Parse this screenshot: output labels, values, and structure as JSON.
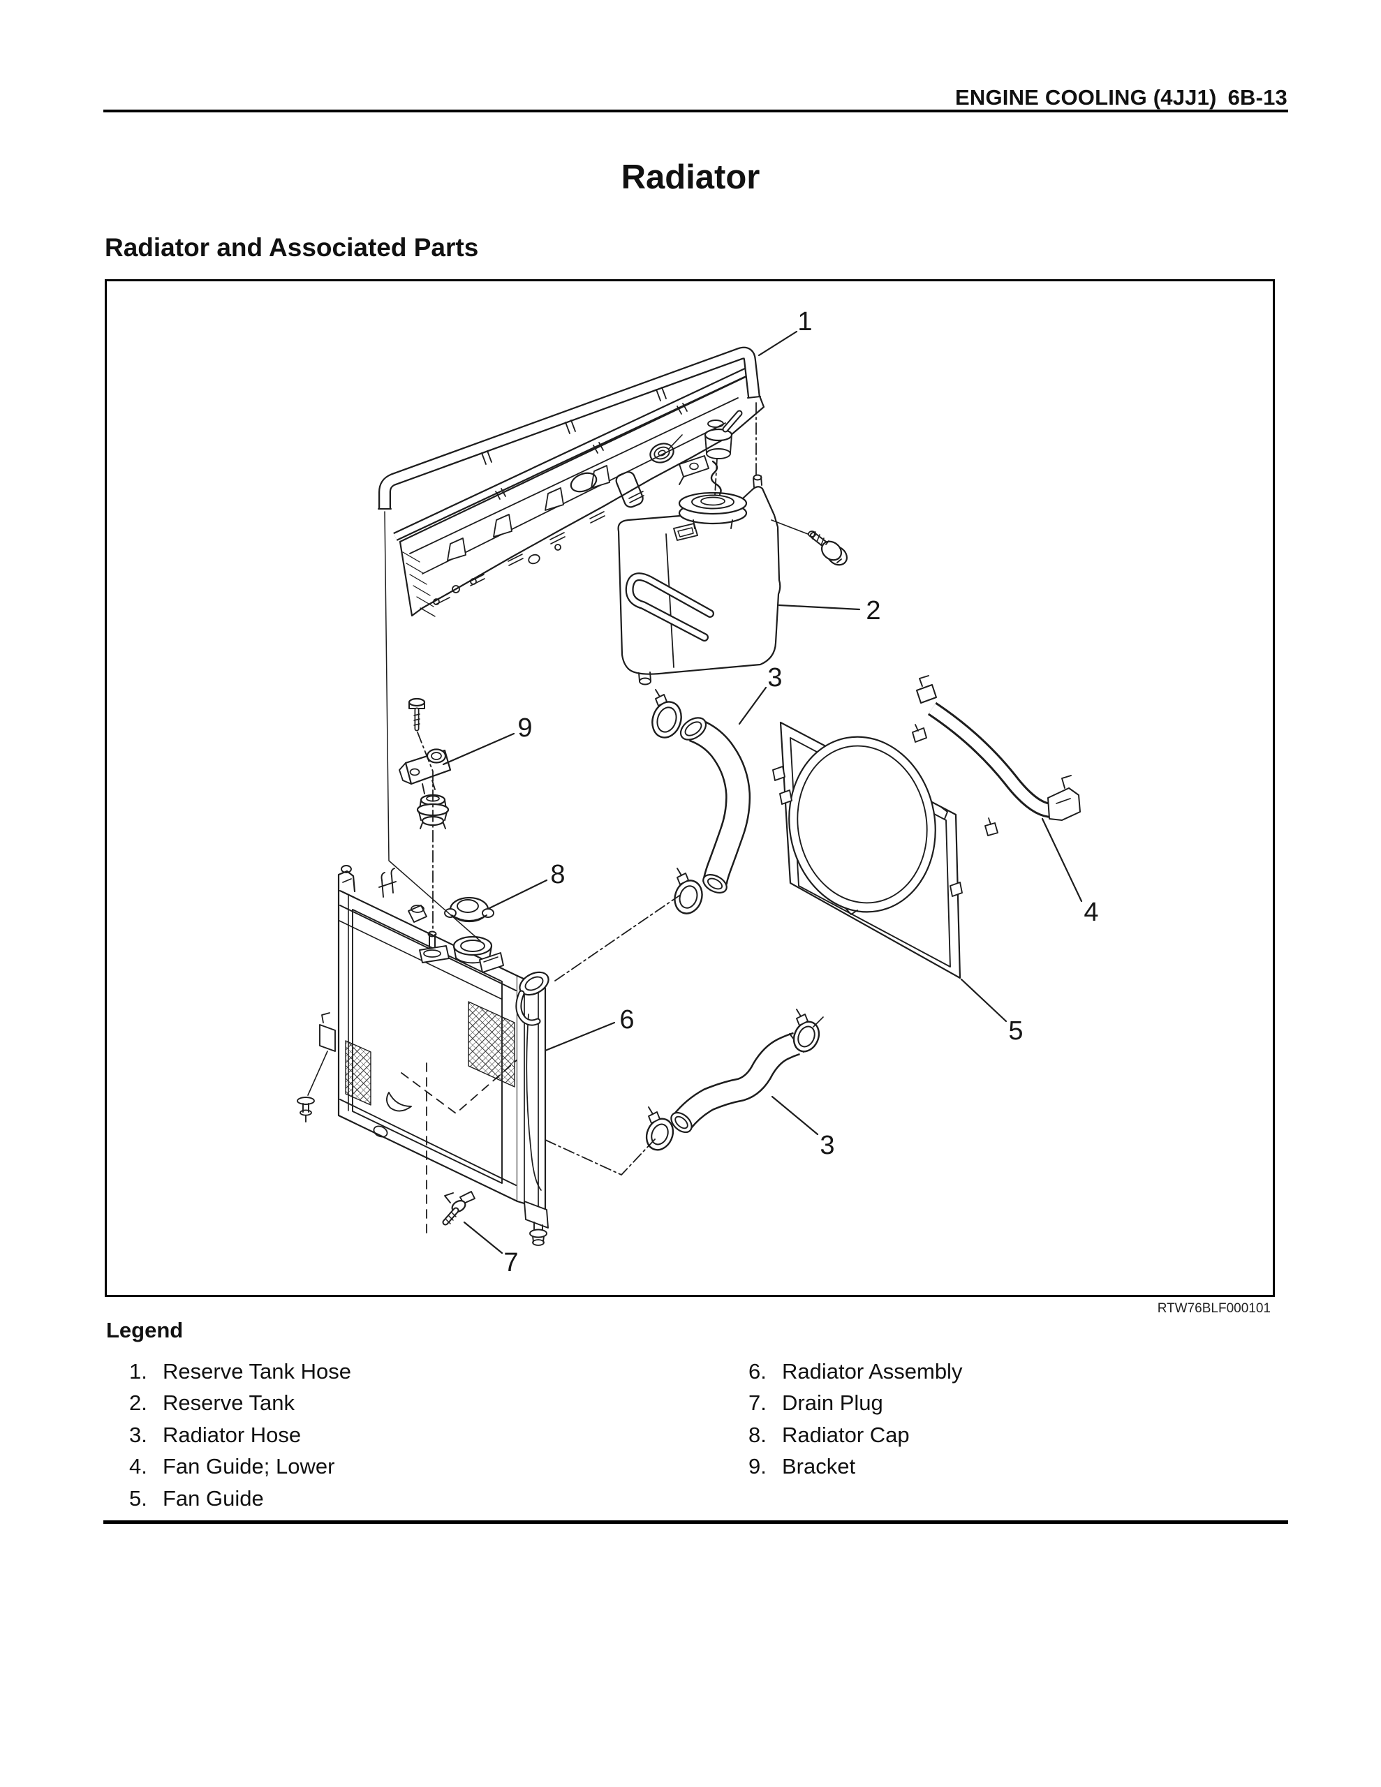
{
  "header": {
    "chapter": "ENGINE COOLING (4JJ1)",
    "page_code": "6B-13"
  },
  "page_title": "Radiator",
  "section_heading": "Radiator and Associated Parts",
  "figure": {
    "code": "RTW76BLF000101",
    "callouts": [
      {
        "label": "1",
        "part": "Reserve Tank Hose"
      },
      {
        "label": "2",
        "part": "Reserve Tank"
      },
      {
        "label": "3",
        "part": "Radiator Hose (upper)"
      },
      {
        "label": "9",
        "part": "Bracket"
      },
      {
        "label": "8",
        "part": "Radiator Cap"
      },
      {
        "label": "4",
        "part": "Fan Guide; Lower"
      },
      {
        "label": "5",
        "part": "Fan Guide"
      },
      {
        "label": "6",
        "part": "Radiator Assembly"
      },
      {
        "label": "3",
        "part": "Radiator Hose (lower)"
      },
      {
        "label": "7",
        "part": "Drain Plug"
      }
    ]
  },
  "legend": {
    "heading": "Legend",
    "left": [
      {
        "num": "1.",
        "label": "Reserve Tank Hose"
      },
      {
        "num": "2.",
        "label": "Reserve Tank"
      },
      {
        "num": "3.",
        "label": "Radiator Hose"
      },
      {
        "num": "4.",
        "label": "Fan Guide; Lower"
      },
      {
        "num": "5.",
        "label": "Fan Guide"
      }
    ],
    "right": [
      {
        "num": "6.",
        "label": "Radiator Assembly"
      },
      {
        "num": "7.",
        "label": "Drain Plug"
      },
      {
        "num": "8.",
        "label": "Radiator Cap"
      },
      {
        "num": "9.",
        "label": "Bracket"
      }
    ]
  }
}
